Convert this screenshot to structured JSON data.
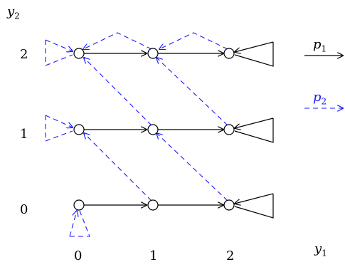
{
  "axes": {
    "x_label_var": "y",
    "x_label_sub": "1",
    "y_label_var": "y",
    "y_label_sub": "2",
    "x_ticks": [
      "0",
      "1",
      "2"
    ],
    "y_ticks": [
      "2",
      "1",
      "0"
    ]
  },
  "legend": {
    "p1_var": "p",
    "p1_sub": "1",
    "p2_var": "p",
    "p2_sub": "2"
  },
  "colors": {
    "p1": "#000000",
    "p2": "#1a1aff"
  }
}
